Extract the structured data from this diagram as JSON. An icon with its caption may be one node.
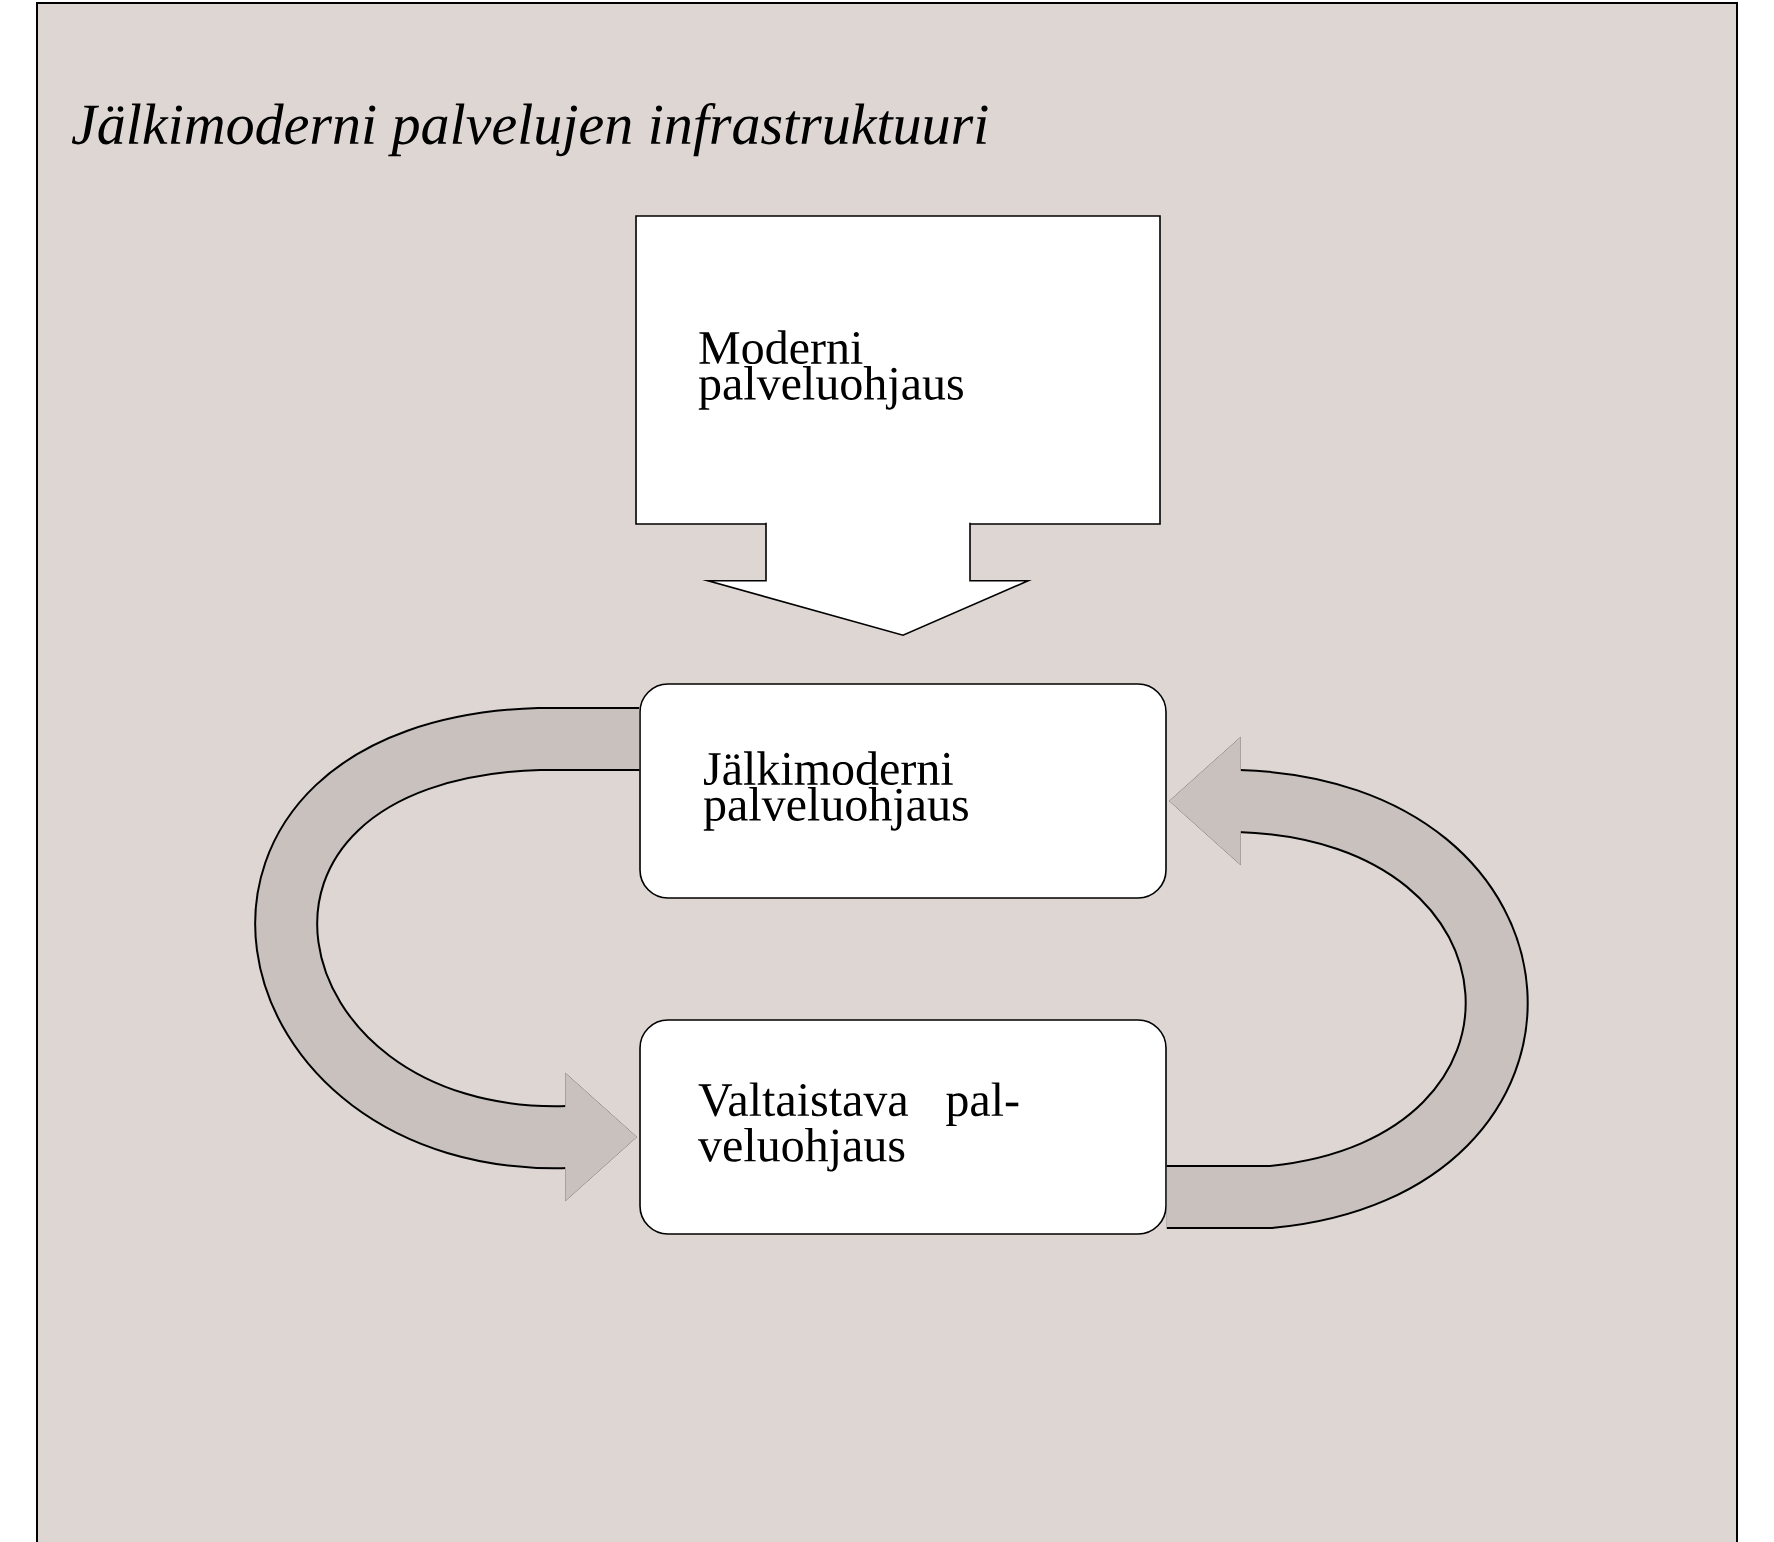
{
  "diagram": {
    "nodes": [
      {
        "text": [
          "Jälkimoderni palvelujen infrastruktuuri"
        ]
      },
      {
        "text": [
          "Moderni palveluohjaus"
        ],
        "in": 0
      },
      {
        "text": [
          "Jälkimoderni palveluohjaus"
        ],
        "in": 0
      },
      {
        "text": [
          "Valtaistava pal-veluohjaus"
        ],
        "in": 0
      }
    ],
    "edges": [
      {
        "from": 1,
        "to": 2,
        "arrow": "to"
      },
      {
        "from": 2,
        "to": 3,
        "arrow": "to"
      },
      {
        "from": 3,
        "to": 2,
        "arrow": "to"
      }
    ]
  }
}
